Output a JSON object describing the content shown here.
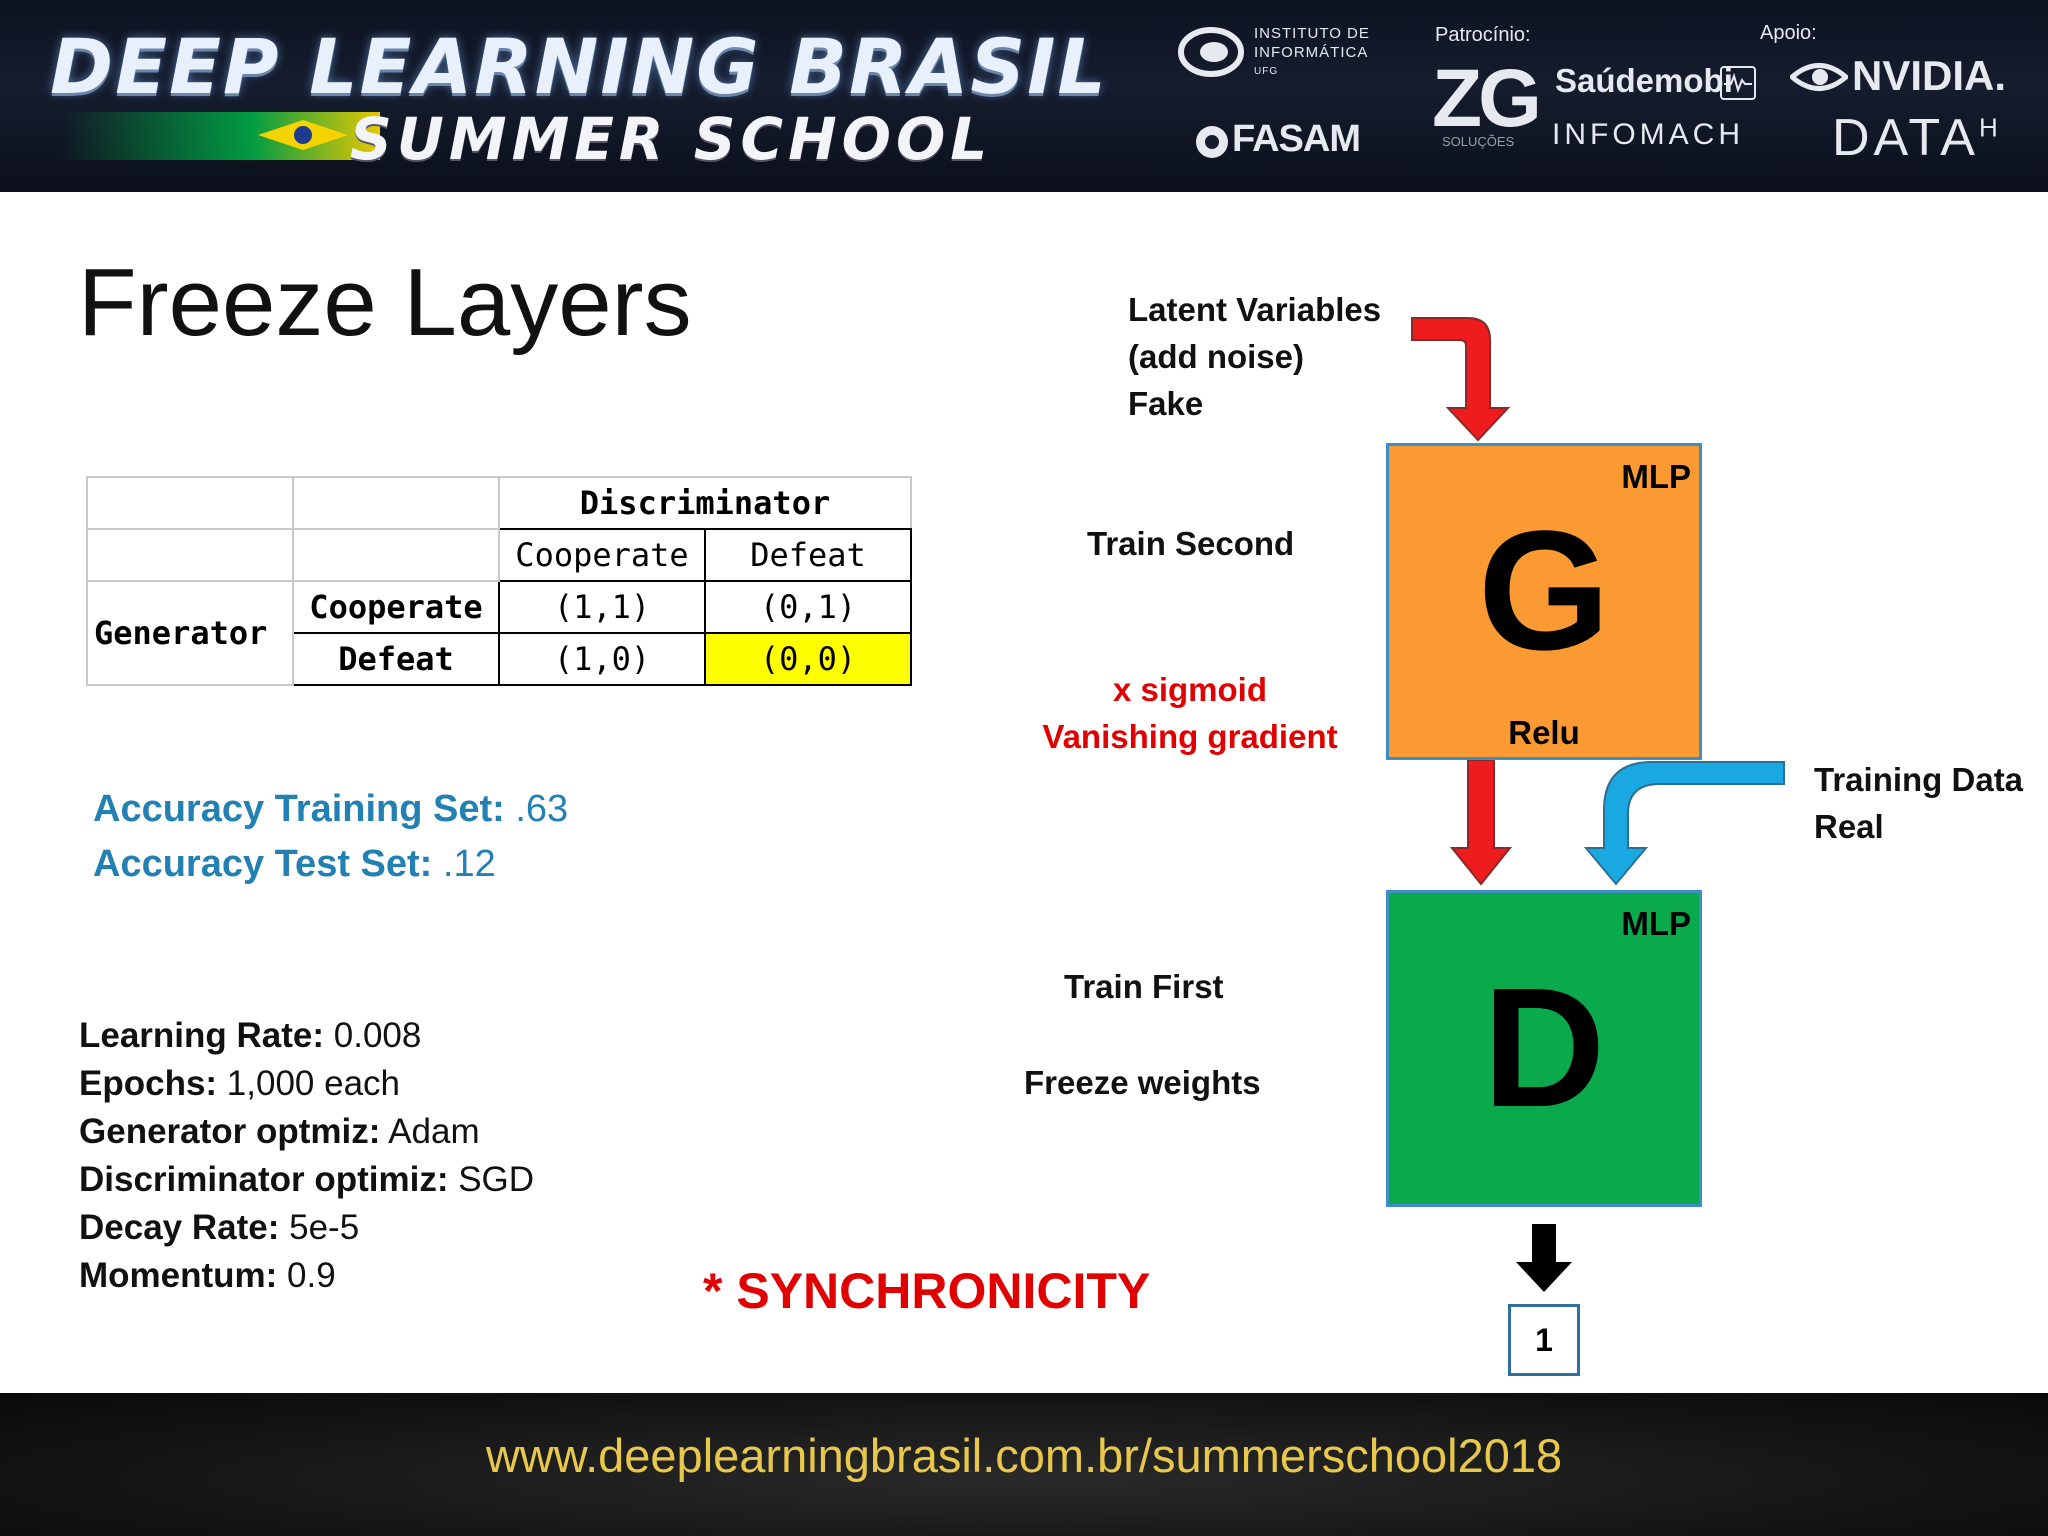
{
  "header": {
    "title_line1": "DEEP LEARNING BRASIL",
    "title_line2": "SUMMER SCHOOL",
    "inf_logo": [
      "INSTITUTO DE",
      "INFORMÁTICA",
      "UFG"
    ],
    "fasam": "FASAM",
    "sponsor_label": "Patrocínio:",
    "support_label": "Apoio:",
    "zg": "ZG",
    "zg_sub": "SOLUÇÕES",
    "saudemobi": "Saúdemobi",
    "infomach": "INFOMACH",
    "nvidia": "NVIDIA.",
    "datah": "DATA",
    "datah_sup": "H"
  },
  "slide": {
    "title": "Freeze Layers"
  },
  "payoff_table": {
    "col_group": "Discriminator",
    "col_headers": [
      "Cooperate",
      "Defeat"
    ],
    "row_group": "Generator",
    "rows": [
      {
        "label": "Cooperate",
        "cells": [
          "(1,1)",
          "(0,1)"
        ]
      },
      {
        "label": "Defeat",
        "cells": [
          "(1,0)",
          "(0,0)"
        ]
      }
    ],
    "highlight_color": "#ffff00"
  },
  "accuracy": {
    "train_label": "Accuracy Training Set:",
    "train_value": " .63",
    "test_label": "Accuracy Test Set:",
    "test_value": " .12"
  },
  "params": [
    {
      "label": "Learning Rate:",
      "value": " 0.008"
    },
    {
      "label": "Epochs:",
      "value": " 1,000 each"
    },
    {
      "label": "Generator optmiz:",
      "value": " Adam"
    },
    {
      "label": "Discriminator optimiz:",
      "value": " SGD"
    },
    {
      "label": "Decay Rate:",
      "value": " 5e-5"
    },
    {
      "label": "Momentum:",
      "value": " 0.9"
    }
  ],
  "synchronicity": "* SYNCHRONICITY",
  "diagram": {
    "latent": [
      "Latent Variables",
      "(add noise)",
      "Fake"
    ],
    "train_second": "Train Second",
    "sigmoid": [
      "x sigmoid",
      "Vanishing gradient"
    ],
    "g_letter": "G",
    "g_mlp": "MLP",
    "g_relu": "Relu",
    "training_data": [
      "Training Data",
      "Real"
    ],
    "d_letter": "D",
    "d_mlp": "MLP",
    "train_first": "Train First",
    "freeze_weights": "Freeze weights",
    "output": "1",
    "colors": {
      "g_box": "#fb9a32",
      "d_box": "#0aa94b",
      "fake_arrow": "#ee1c1c",
      "real_arrow": "#1aa8e2",
      "out_arrow": "#000000"
    }
  },
  "footer": {
    "url": "www.deeplearningbrasil.com.br/summerschool2018"
  }
}
